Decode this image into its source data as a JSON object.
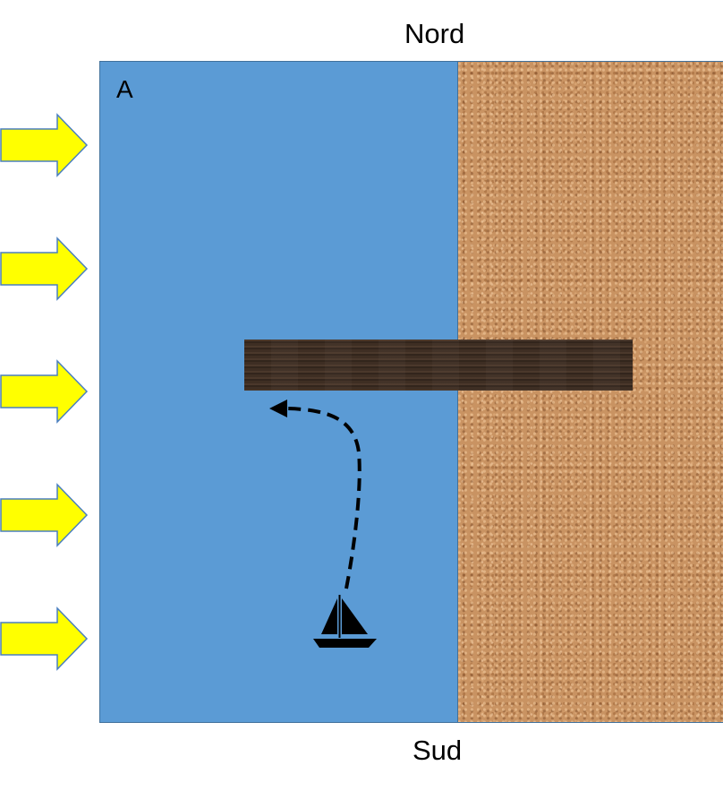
{
  "labels": {
    "north": "Nord",
    "south": "Sud",
    "area": "A"
  },
  "icons": {
    "wind_arrows": "arrow-right-icon",
    "boat": "sailboat-icon",
    "path": "dashed-curved-arrow"
  },
  "colors": {
    "water": "#5b9bd5",
    "water_border": "#41719c",
    "sand": "#c99362",
    "pier": "#3b2c22",
    "arrow_fill": "#ffff00",
    "arrow_stroke": "#4a7fc0",
    "boat": "#000000",
    "path": "#000000"
  }
}
